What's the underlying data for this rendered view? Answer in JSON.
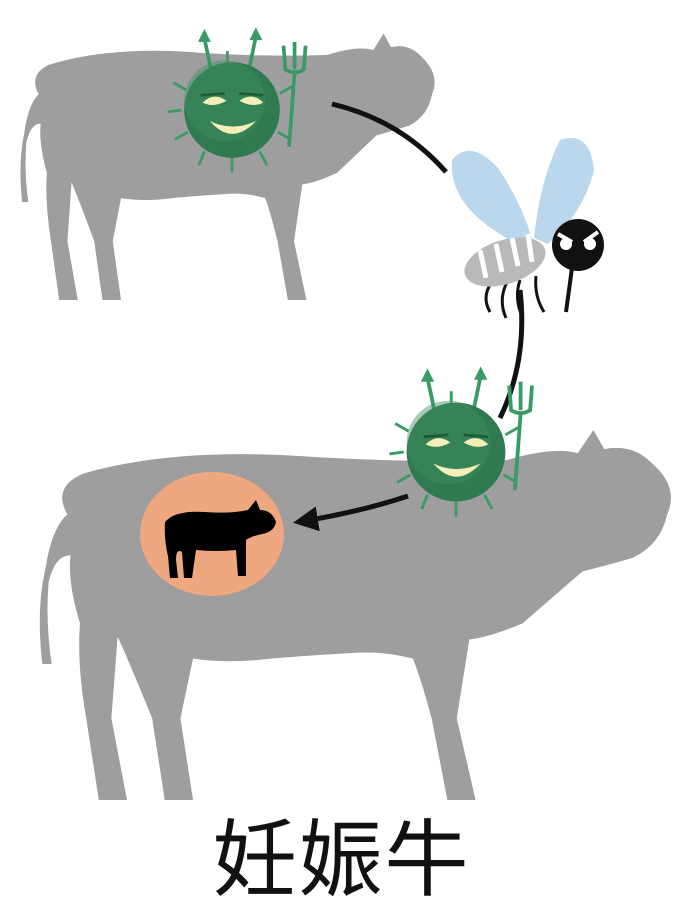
{
  "caption": "妊娠牛",
  "colors": {
    "cow": "#9e9e9e",
    "virus": "#2f7a4f",
    "virus_dark": "#1f5a3a",
    "virus_spike": "#3a9a66",
    "face": "#f4efb8",
    "fetus_circle": "#eea77e",
    "fetus": "#000000",
    "arrow": "#111111",
    "wing": "#a9cde8",
    "mosquito_body": "#b9b9b9"
  },
  "icons": {
    "top_cow": "cow-silhouette",
    "pregnant_cow": "cow-silhouette",
    "virus": "virus-devil-character",
    "mosquito": "mosquito-character",
    "fetus": "calf-silhouette"
  }
}
